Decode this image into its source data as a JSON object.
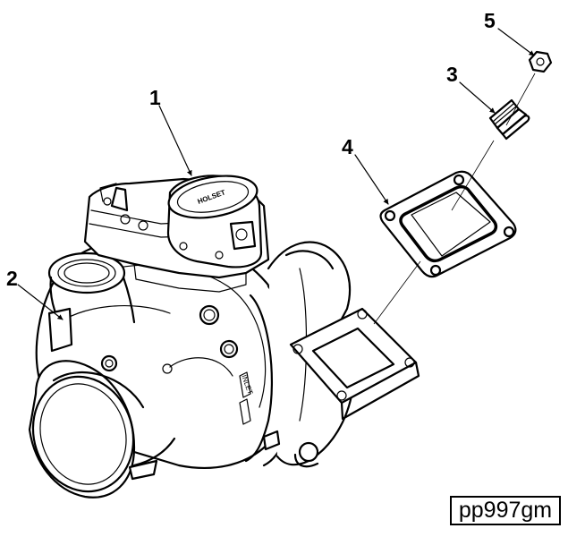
{
  "figure_id": "pp997gm",
  "callouts": [
    "1",
    "2",
    "3",
    "4",
    "5"
  ],
  "housing_text": "INLET",
  "actuator_text": "HOLSET"
}
